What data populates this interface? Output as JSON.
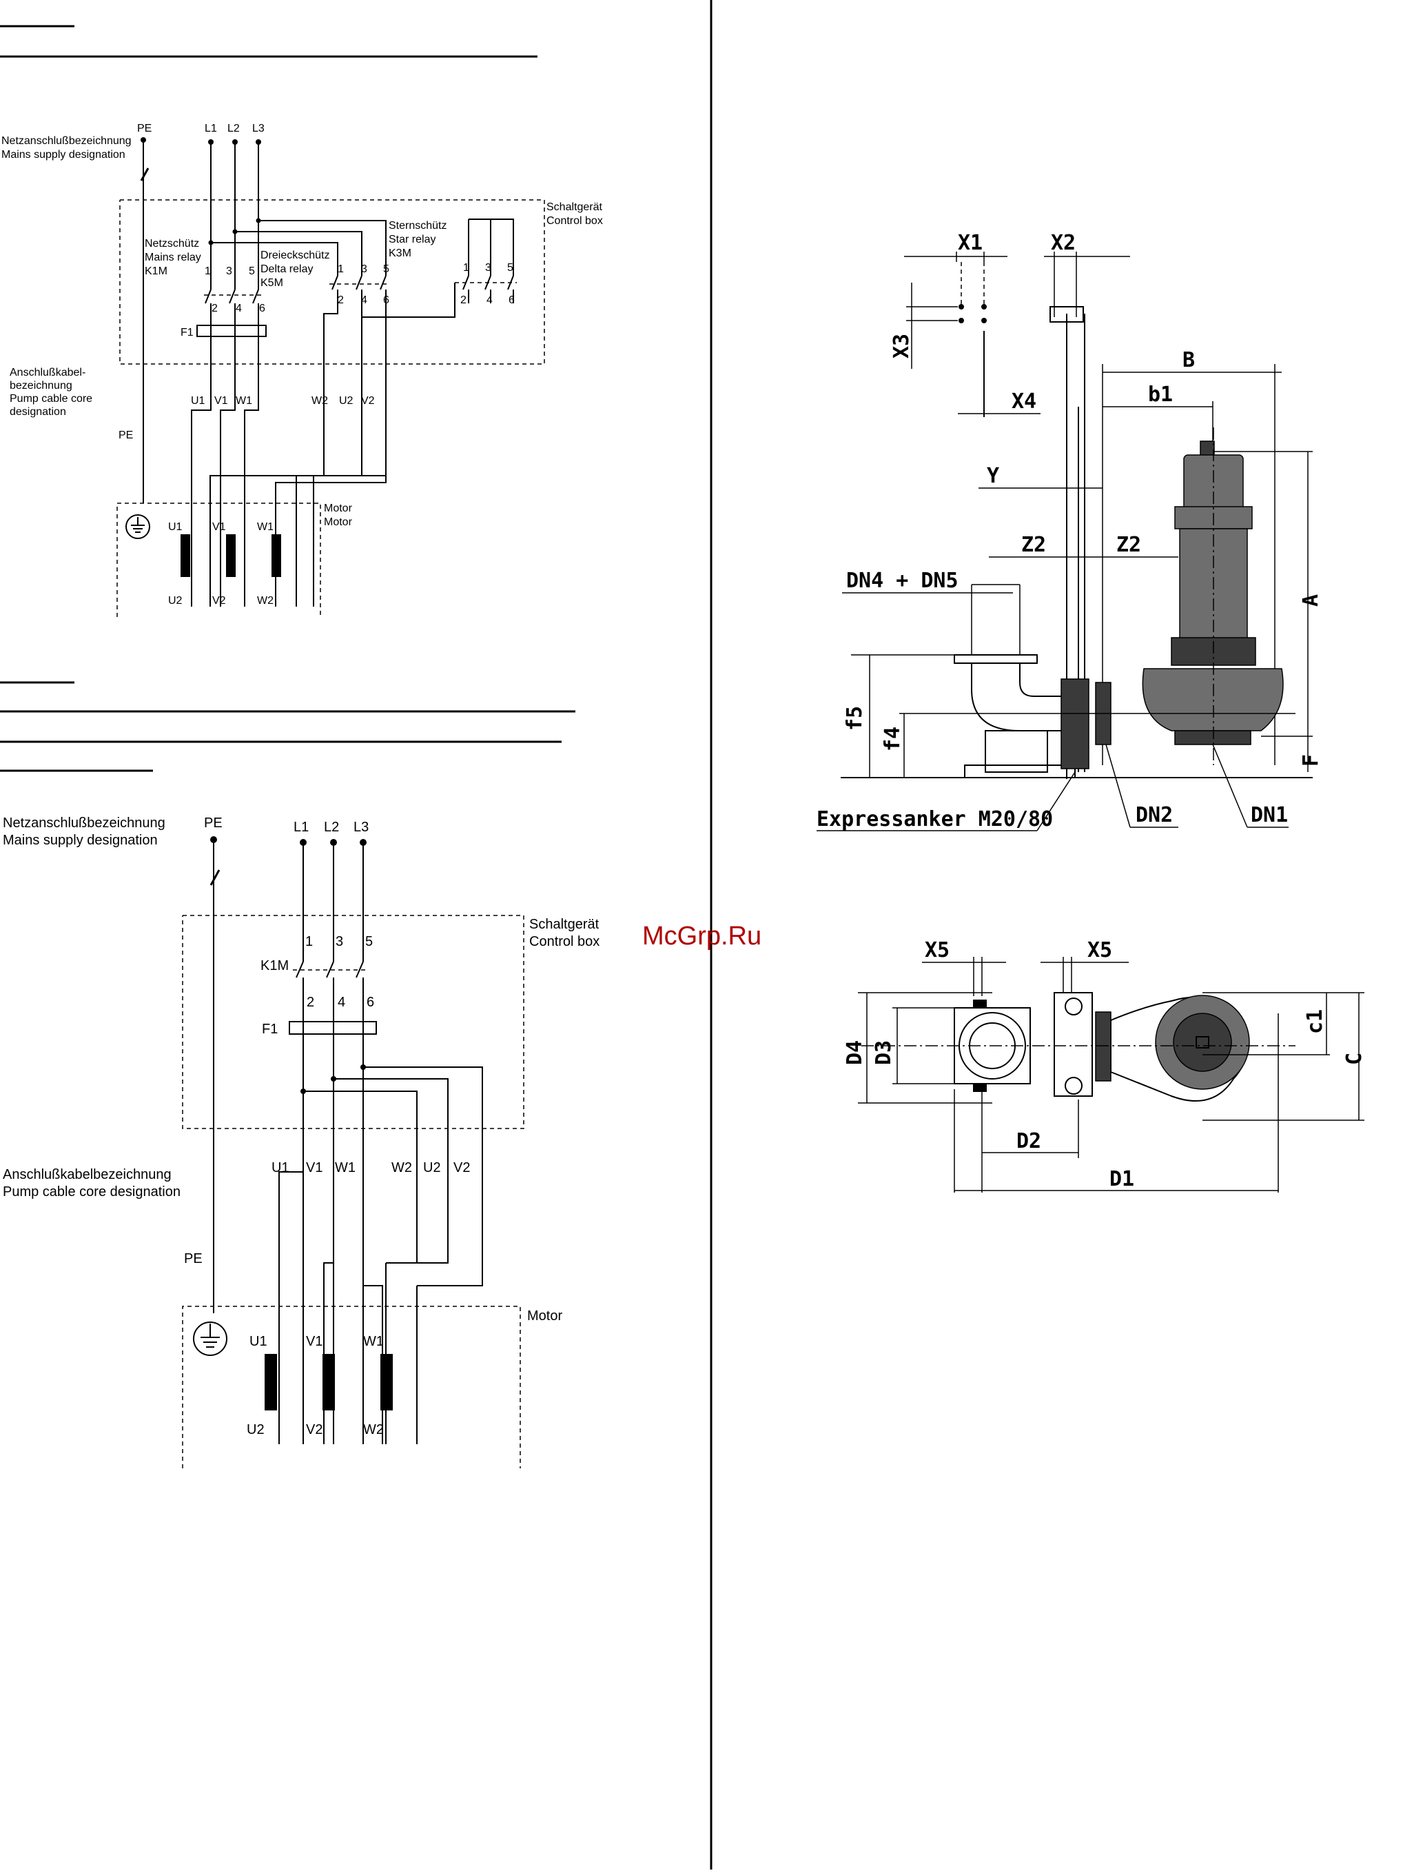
{
  "diagram1": {
    "mains_de": "Netzanschlußbezeichnung",
    "mains_en": "Mains supply designation",
    "pe": "PE",
    "l1": "L1",
    "l2": "L2",
    "l3": "L3",
    "control_box_de": "Schaltgerät",
    "control_box_en": "Control box",
    "k1m_de": "Netzschütz",
    "k1m_en": "Mains relay",
    "k1m": "K1M",
    "k5m_de": "Dreieckschütz",
    "k5m_en": "Delta relay",
    "k5m": "K5M",
    "k3m_de": "Sternschütz",
    "k3m_en": "Star relay",
    "k3m": "K3M",
    "t1": "1",
    "t2": "2",
    "t3": "3",
    "t4": "4",
    "t5": "5",
    "t6": "6",
    "f1": "F1",
    "cable_de1": "Anschlußkabel-",
    "cable_de2": "bezeichnung",
    "cable_en1": "Pump cable core",
    "cable_en2": "designation",
    "u1": "U1",
    "v1": "V1",
    "w1": "W1",
    "u2": "U2",
    "v2": "V2",
    "w2": "W2",
    "motor_de": "Motor",
    "motor_en": "Motor"
  },
  "diagram2": {
    "mains_de": "Netzanschlußbezeichnung",
    "mains_en": "Mains supply designation",
    "pe": "PE",
    "l1": "L1",
    "l2": "L2",
    "l3": "L3",
    "control_box_de": "Schaltgerät",
    "control_box_en": "Control box",
    "k1m": "K1M",
    "t1": "1",
    "t2": "2",
    "t3": "3",
    "t4": "4",
    "t5": "5",
    "t6": "6",
    "f1": "F1",
    "cable_de": "Anschlußkabelbezeichnung",
    "cable_en": "Pump cable core designation",
    "u1": "U1",
    "v1": "V1",
    "w1": "W1",
    "u2": "U2",
    "v2": "V2",
    "w2": "W2",
    "motor": "Motor"
  },
  "watermark": "McGrp.Ru",
  "installation": {
    "x1": "X1",
    "x2": "X2",
    "x3": "X3",
    "x4": "X4",
    "b": "B",
    "b1": "b1",
    "y": "Y",
    "z2": "Z2",
    "dn45": "DN4 + DN5",
    "a": "A",
    "f": "F",
    "f4": "f4",
    "f5": "f5",
    "anchor": "Expressanker M20/80",
    "dn2": "DN2",
    "dn1": "DN1"
  },
  "plan": {
    "x5": "X5",
    "d1": "D1",
    "d2": "D2",
    "d3": "D3",
    "d4": "D4",
    "c": "C",
    "c1": "c1"
  }
}
